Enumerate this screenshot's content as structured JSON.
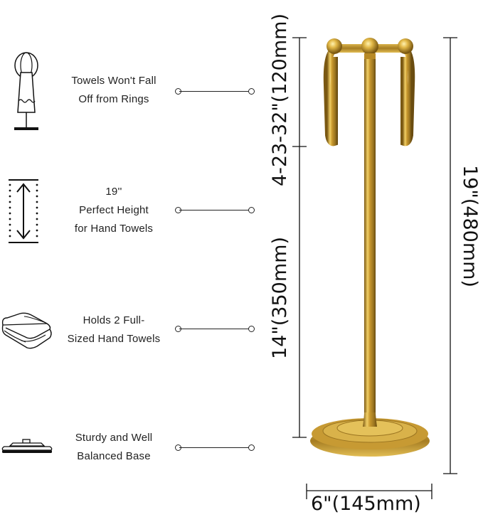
{
  "features": [
    {
      "icon": "towel-on-ring-icon",
      "lines": [
        "Towels Won't Fall",
        "Off from Rings"
      ]
    },
    {
      "icon": "height-arrow-icon",
      "lines": [
        "19''",
        "Perfect Height",
        "for Hand Towels"
      ]
    },
    {
      "icon": "folded-towels-icon",
      "lines": [
        "Holds 2 Full-",
        "Sized Hand Towels"
      ]
    },
    {
      "icon": "base-plate-icon",
      "lines": [
        "Sturdy and Well",
        "Balanced Base"
      ]
    }
  ],
  "dimensions": {
    "ring_height": "4-23-32\"(120mm)",
    "pole_height": "14\"(350mm)",
    "total_height": "19\"(480mm)",
    "base_width": "6\"(145mm)"
  },
  "colors": {
    "gold_light": "#f5d46a",
    "gold_mid": "#c9962a",
    "gold_dark": "#8a6418",
    "line": "#222222"
  }
}
